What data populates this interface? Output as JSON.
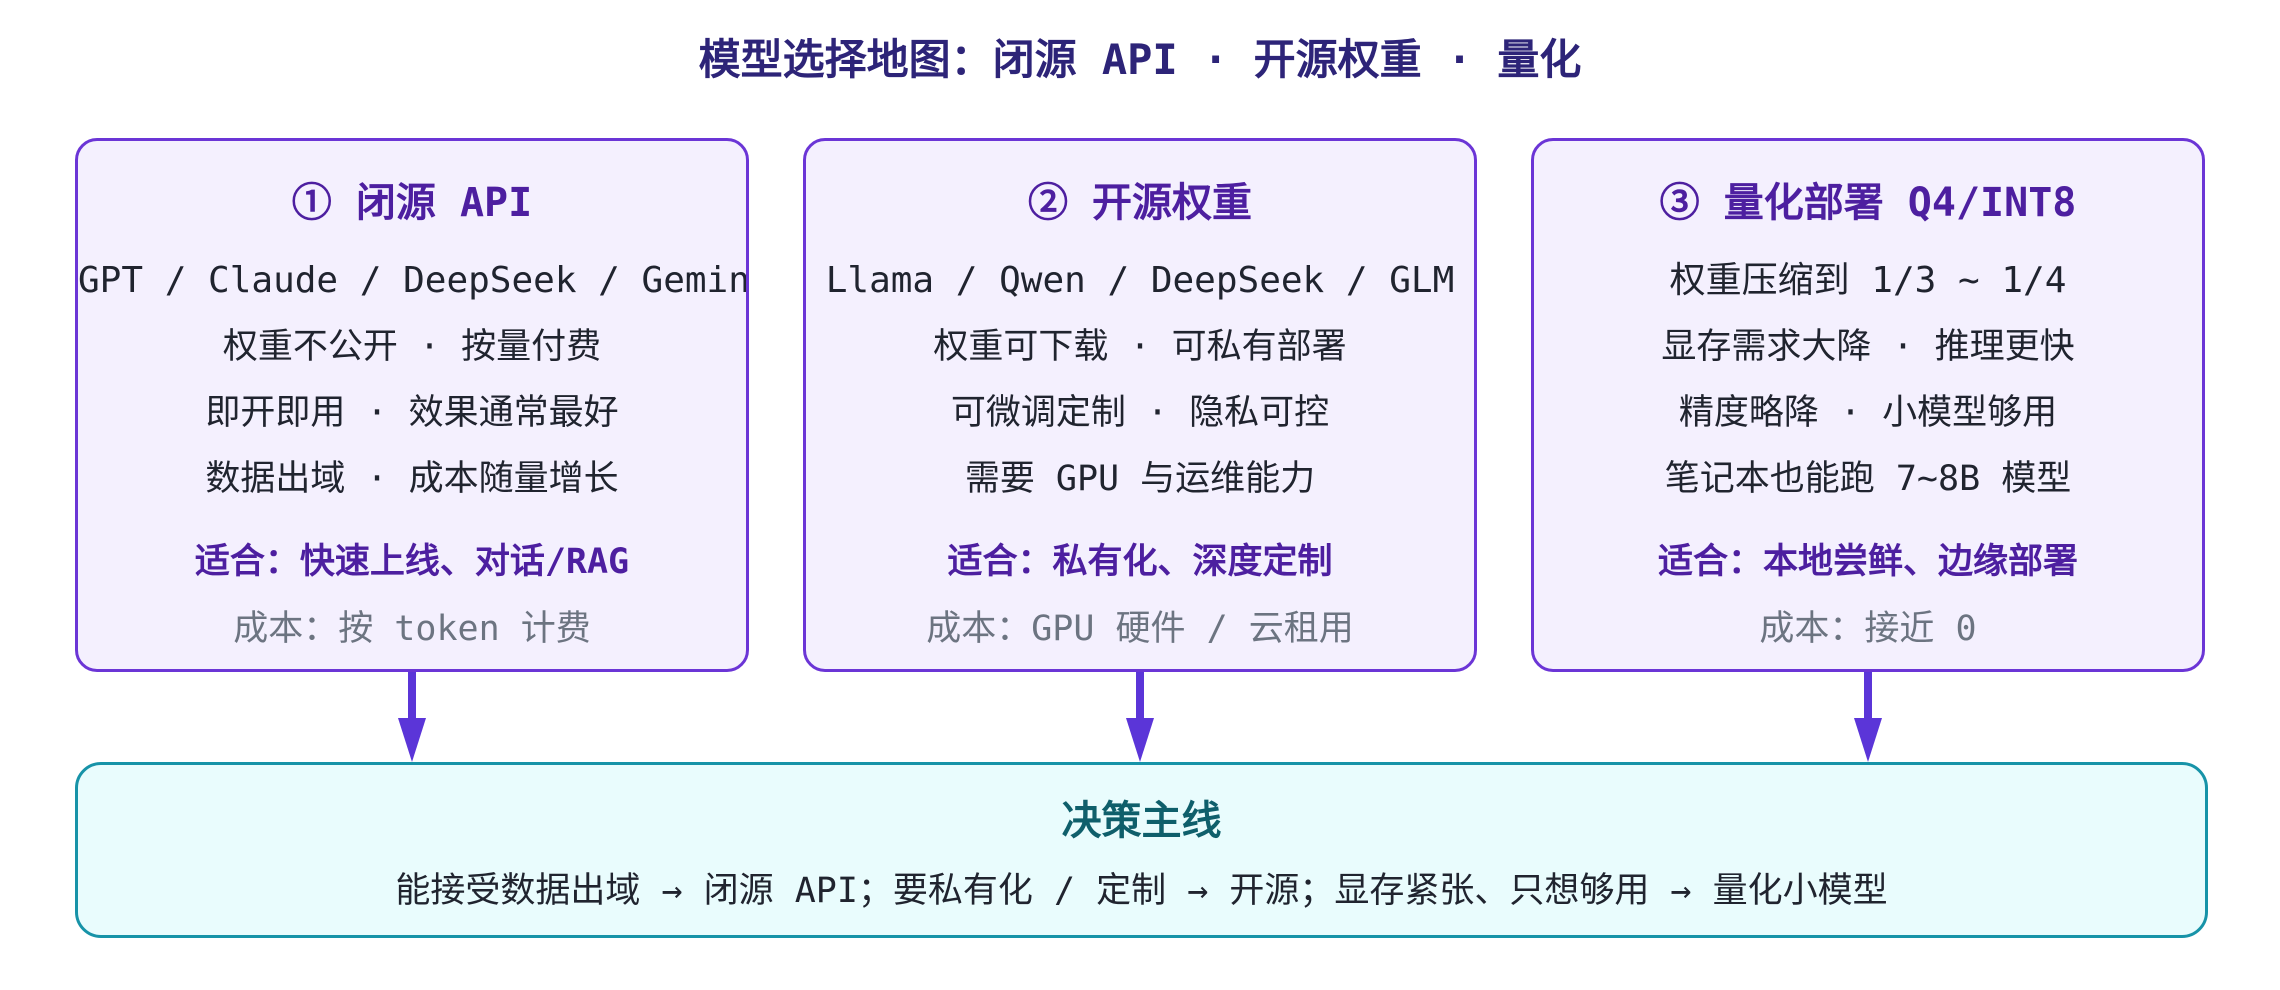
{
  "title": "模型选择地图：闭源 API · 开源权重 · 量化",
  "colors": {
    "card_border": "#6b35d6",
    "card_fill": "#f4f0fe",
    "card_title": "#4d1fa0",
    "arrow": "#5b35d8",
    "decision_border": "#1793a8",
    "decision_fill": "#e9fcfd",
    "decision_title": "#0f5f6b",
    "cost_text": "#6c7481"
  },
  "cards": [
    {
      "title": "① 闭源 API",
      "tech": "GPT / Claude / DeepSeek / Gemini",
      "points": [
        "权重不公开 · 按量付费",
        "即开即用 · 效果通常最好",
        "数据出域 · 成本随量增长"
      ],
      "fit": "适合：快速上线、对话/RAG",
      "cost": "成本：按 token 计费"
    },
    {
      "title": "② 开源权重",
      "tech": "Llama / Qwen / DeepSeek / GLM",
      "points": [
        "权重可下载 · 可私有部署",
        "可微调定制 · 隐私可控",
        "需要 GPU 与运维能力"
      ],
      "fit": "适合：私有化、深度定制",
      "cost": "成本：GPU 硬件 / 云租用"
    },
    {
      "title": "③ 量化部署 Q4/INT8",
      "tech": "权重压缩到 1/3 ~ 1/4",
      "points": [
        "显存需求大降 · 推理更快",
        "精度略降 · 小模型够用",
        "笔记本也能跑 7~8B 模型"
      ],
      "fit": "适合：本地尝鲜、边缘部署",
      "cost": "成本：接近 0"
    }
  ],
  "decision": {
    "title": "决策主线",
    "text": "能接受数据出域 → 闭源 API；要私有化 / 定制 → 开源；显存紧张、只想够用 → 量化小模型"
  }
}
